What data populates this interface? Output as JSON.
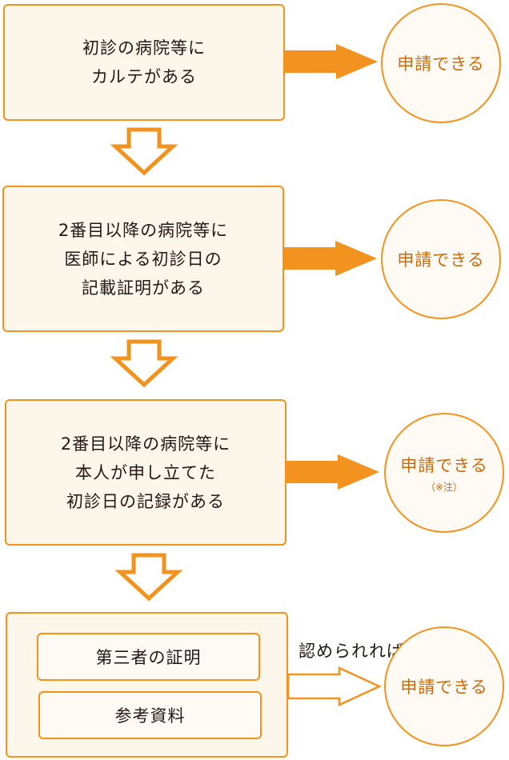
{
  "steps": [
    {
      "lines": [
        "初診の病院等に",
        "カルテがある"
      ],
      "result": "申請できる"
    },
    {
      "lines": [
        "2番目以降の病院等に",
        "医師による初診日の",
        "記載証明がある"
      ],
      "result": "申請できる"
    },
    {
      "lines": [
        "2番目以降の病院等に",
        "本人が申し立てた",
        "初診日の記録がある"
      ],
      "result": "申請できる",
      "note": "（※注）"
    }
  ],
  "last_step": {
    "items": [
      "第三者の証明",
      "参考資料"
    ],
    "condition": "認められれば",
    "result": "申請できる"
  },
  "colors": {
    "accent": "#f2931f",
    "box_fill": "#fdf6ea",
    "result_text": "#c86b0c"
  }
}
